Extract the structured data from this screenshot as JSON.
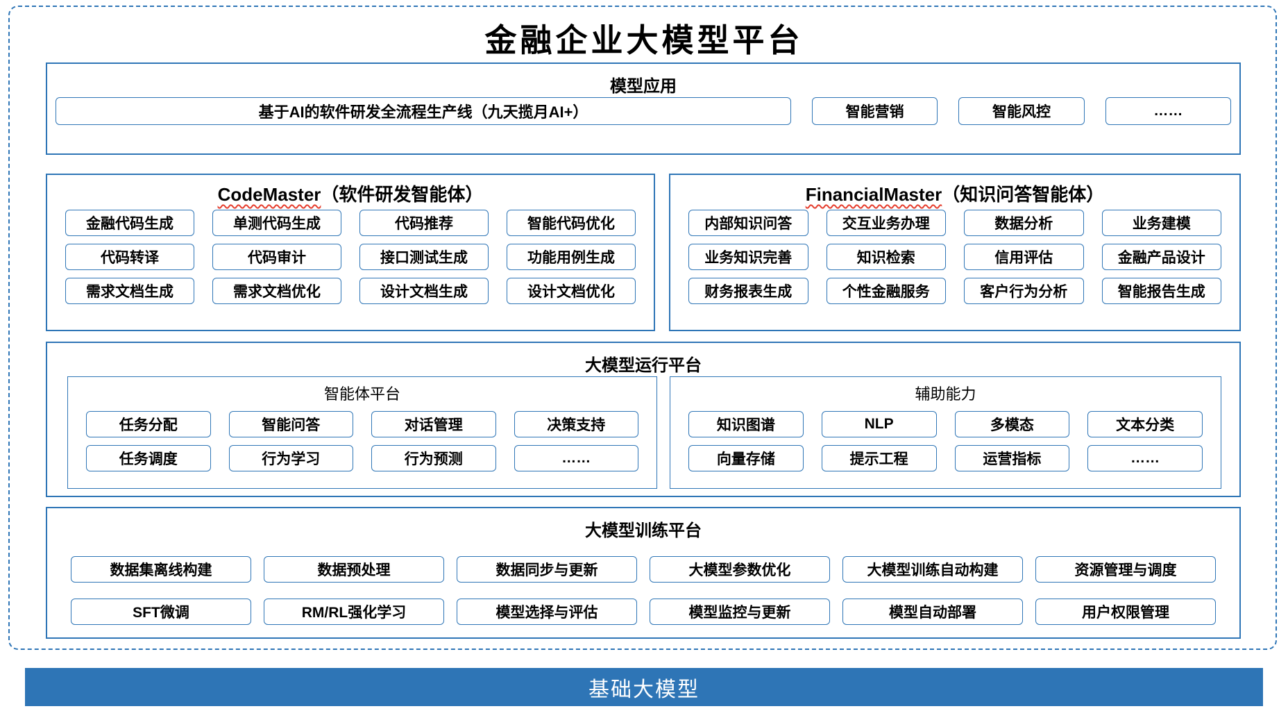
{
  "title": "金融企业大模型平台",
  "model_application": {
    "title": "模型应用",
    "pipeline": "基于AI的软件研发全流程生产线（九天揽月AI+）",
    "items": [
      "智能营销",
      "智能风控",
      "……"
    ]
  },
  "codemaster": {
    "name": "CodeMaster",
    "subtitle": "（软件研发智能体）",
    "items": [
      "金融代码生成",
      "单测代码生成",
      "代码推荐",
      "智能代码优化",
      "代码转译",
      "代码审计",
      "接口测试生成",
      "功能用例生成",
      "需求文档生成",
      "需求文档优化",
      "设计文档生成",
      "设计文档优化"
    ]
  },
  "financialmaster": {
    "name": "FinancialMaster",
    "subtitle": "（知识问答智能体）",
    "items": [
      "内部知识问答",
      "交互业务办理",
      "数据分析",
      "业务建模",
      "业务知识完善",
      "知识检索",
      "信用评估",
      "金融产品设计",
      "财务报表生成",
      "个性金融服务",
      "客户行为分析",
      "智能报告生成"
    ]
  },
  "runtime": {
    "title": "大模型运行平台",
    "agent_platform": {
      "title": "智能体平台",
      "items": [
        "任务分配",
        "智能问答",
        "对话管理",
        "决策支持",
        "任务调度",
        "行为学习",
        "行为预测",
        "……"
      ]
    },
    "auxiliary": {
      "title": "辅助能力",
      "items": [
        "知识图谱",
        "NLP",
        "多模态",
        "文本分类",
        "向量存储",
        "提示工程",
        "运营指标",
        "……"
      ]
    }
  },
  "training": {
    "title": "大模型训练平台",
    "items": [
      "数据集离线构建",
      "数据预处理",
      "数据同步与更新",
      "大模型参数优化",
      "大模型训练自动构建",
      "资源管理与调度",
      "SFT微调",
      "RM/RL强化学习",
      "模型选择与评估",
      "模型监控与更新",
      "模型自动部署",
      "用户权限管理"
    ]
  },
  "foundation": {
    "title": "基础大模型"
  },
  "colors": {
    "primary_blue": "#2E75B6",
    "squiggle_red": "#E53E2E",
    "foundation_text": "#FFFFFF"
  }
}
